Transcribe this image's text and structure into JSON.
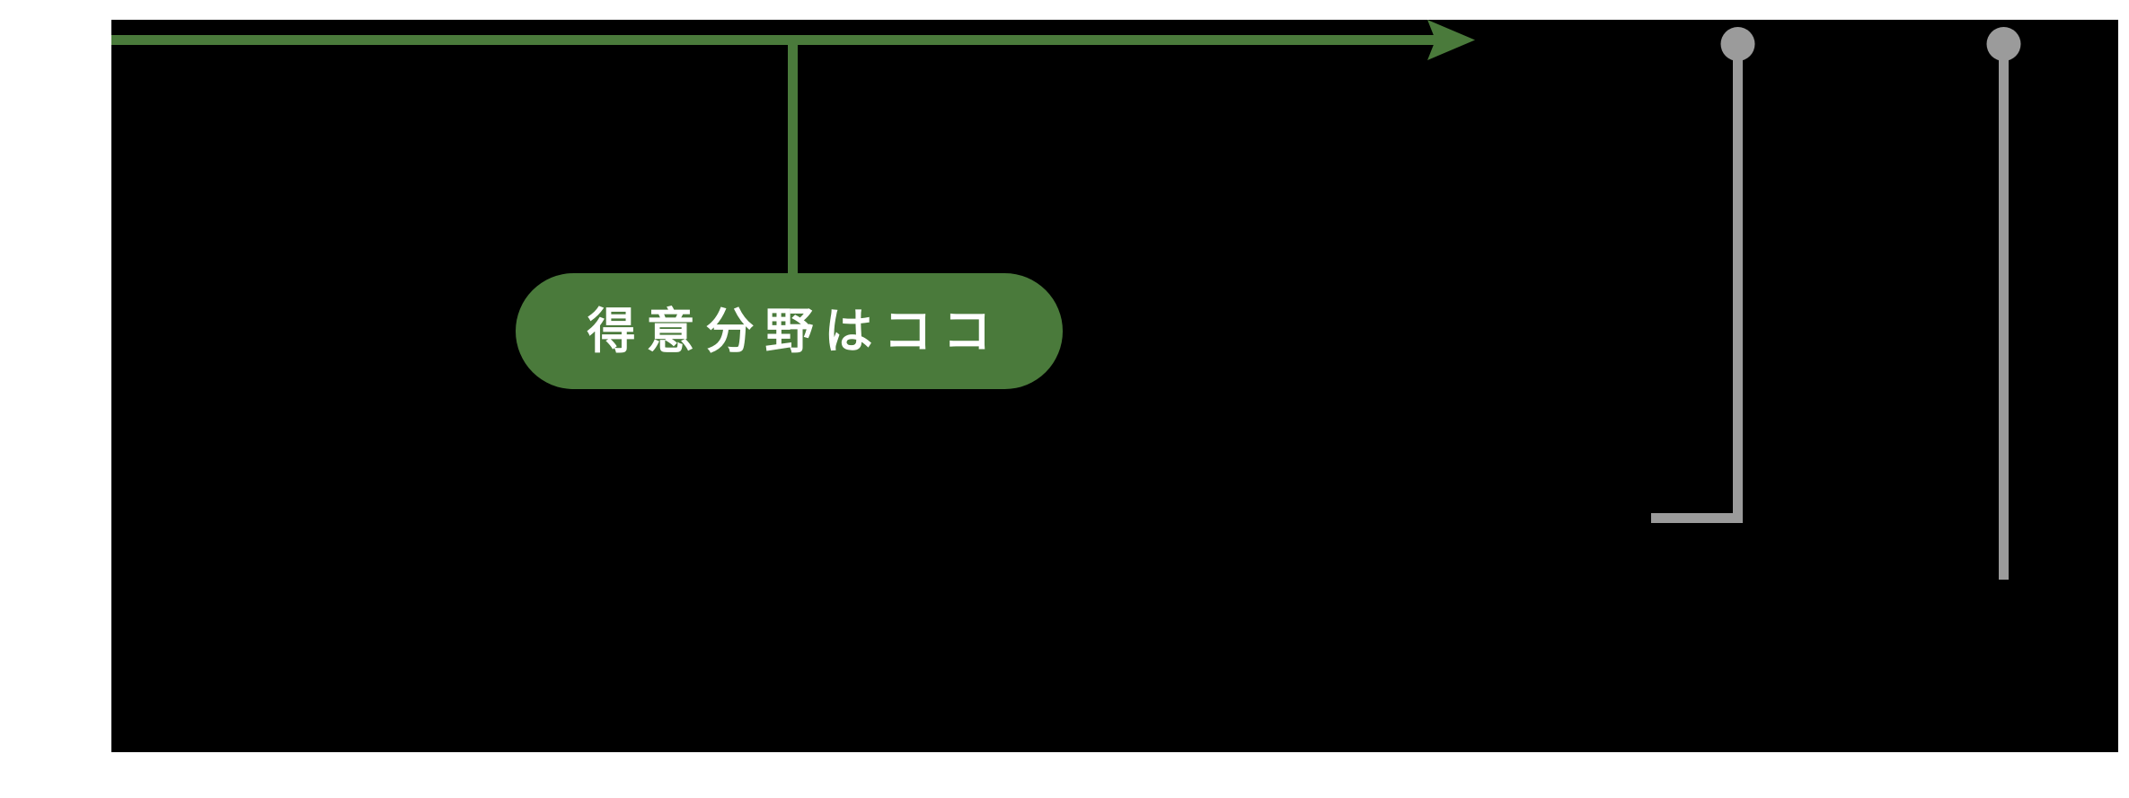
{
  "diagram": {
    "background_color": "#ffffff",
    "panel_color": "#000000",
    "accent_color": "#4a7a3b",
    "muted_color": "#9b9b9b",
    "callout": {
      "label": "得意分野はココ",
      "text_color": "#ffffff"
    },
    "arrow": {
      "direction": "right",
      "icon": "arrow-right-icon"
    },
    "markers": [
      {
        "id": "marker-1",
        "icon": "pin-icon",
        "shape": "circle-with-stem-bent-left"
      },
      {
        "id": "marker-2",
        "icon": "pin-icon",
        "shape": "circle-with-stem"
      }
    ]
  }
}
